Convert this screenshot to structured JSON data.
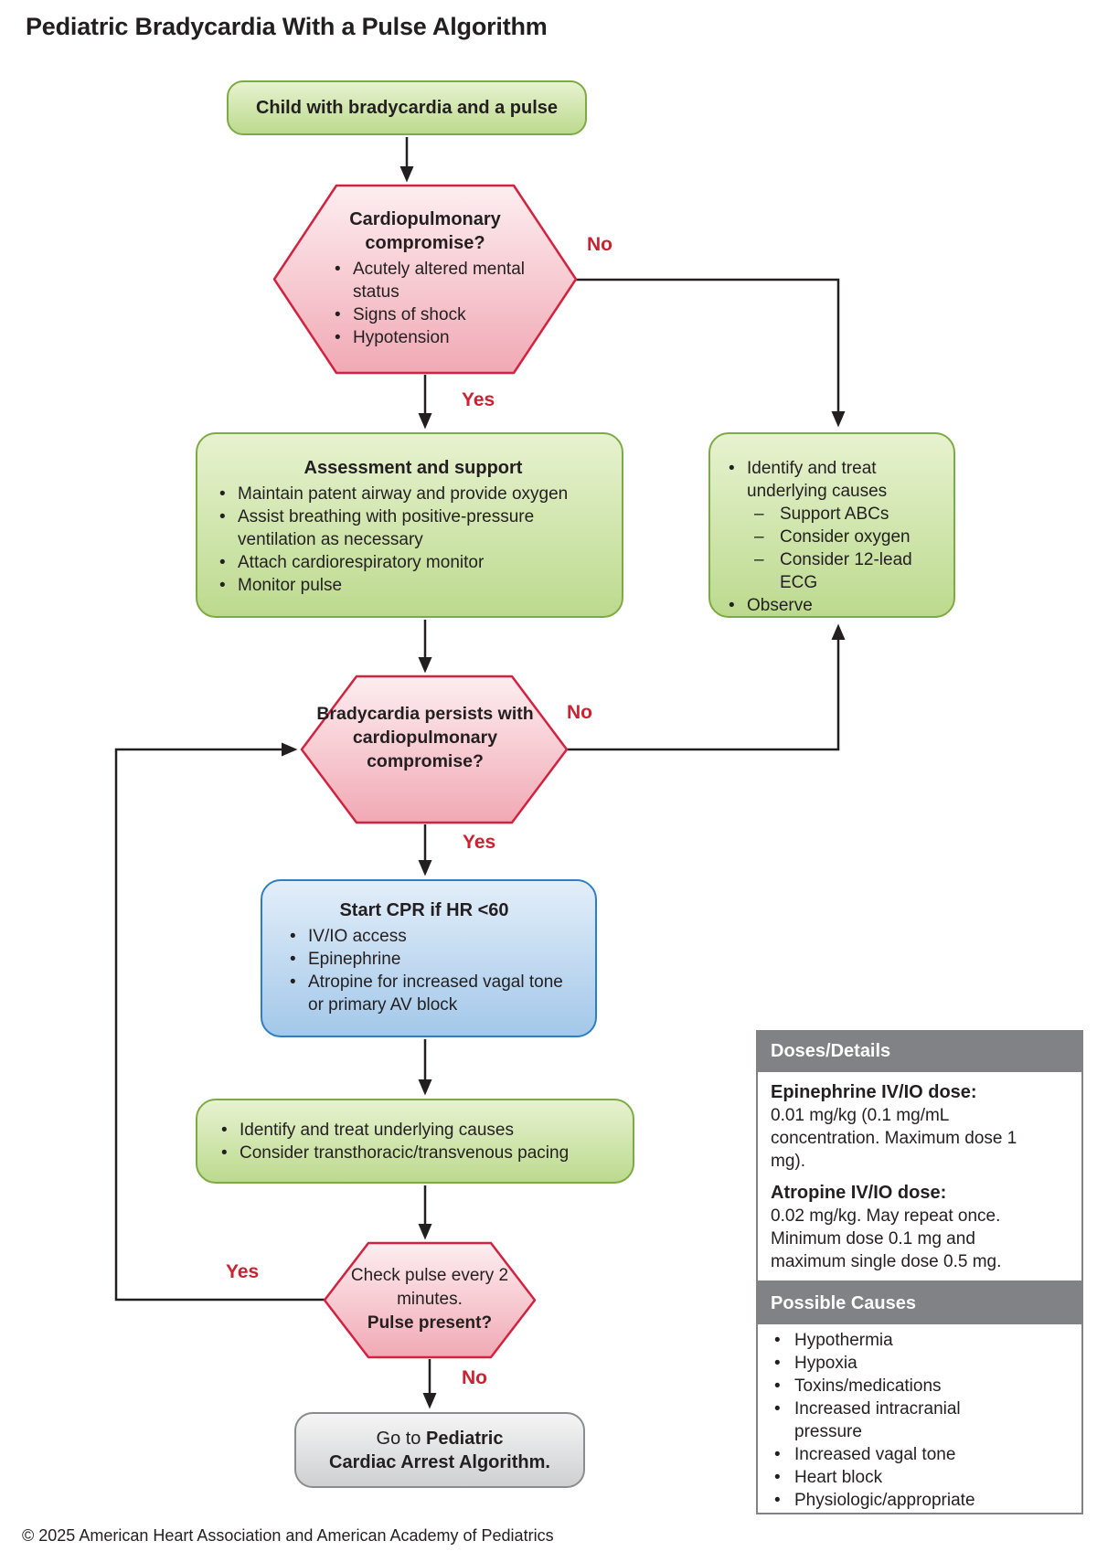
{
  "title": "Pediatric Bradycardia With a Pulse Algorithm",
  "footer": "© 2025 American Heart Association and American Academy of Pediatrics",
  "labels": {
    "yes1": "Yes",
    "no1": "No",
    "yes2": "Yes",
    "no2": "No",
    "yes3": "Yes",
    "no3": "No"
  },
  "nodes": {
    "start": {
      "text": "Child with bradycardia and a pulse"
    },
    "compromise": {
      "title": "Cardiopulmonary compromise?",
      "bullets": [
        "Acutely altered mental status",
        "Signs of shock",
        "Hypotension"
      ]
    },
    "assessment": {
      "title": "Assessment and support",
      "bullets": [
        "Maintain patent airway and provide oxygen",
        "Assist breathing with positive-pressure ventilation as necessary",
        "Attach cardiorespiratory monitor",
        "Monitor pulse"
      ]
    },
    "observe": {
      "bullet1": "Identify and treat underlying causes",
      "sub_bullets": [
        "Support ABCs",
        "Consider oxygen",
        "Consider 12-lead ECG"
      ],
      "bullet2": "Observe"
    },
    "persists": {
      "text": "Bradycardia persists with cardiopulmonary compromise?"
    },
    "cpr": {
      "title": "Start CPR if HR <60",
      "bullets": [
        "IV/IO access",
        "Epinephrine",
        "Atropine for increased vagal tone or primary AV block"
      ]
    },
    "identify": {
      "bullets": [
        "Identify and treat underlying causes",
        "Consider transthoracic/transvenous pacing"
      ]
    },
    "check_pulse": {
      "line1": "Check pulse every 2 minutes.",
      "line2": "Pulse present?"
    },
    "arrest": {
      "prefix": "Go to ",
      "line1_bold": "Pediatric",
      "line2_bold": "Cardiac Arrest Algorithm."
    }
  },
  "panel": {
    "doses_header": "Doses/Details",
    "doses": [
      {
        "heading": "Epinephrine IV/IO dose:",
        "body": "0.01 mg/kg (0.1 mg/mL concentration. Maximum dose 1 mg)."
      },
      {
        "heading": "Atropine IV/IO dose:",
        "body": "0.02 mg/kg. May repeat once. Minimum dose 0.1 mg and maximum single dose 0.5 mg."
      }
    ],
    "causes_header": "Possible Causes",
    "causes": [
      "Hypothermia",
      "Hypoxia",
      "Toxins/medications",
      "Increased intracranial pressure",
      "Increased vagal tone",
      "Heart block",
      "Physiologic/appropriate"
    ]
  },
  "colors": {
    "green_border": "#7dab43",
    "pink_border": "#d2223f",
    "blue_border": "#2e7fc2",
    "header_gray": "#808285",
    "red_label": "#cc2131",
    "line": "#231f20"
  }
}
